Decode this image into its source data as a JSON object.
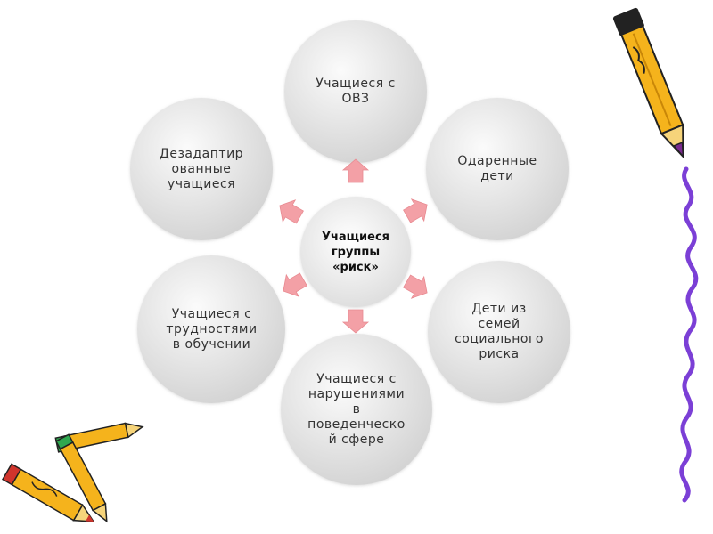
{
  "center": {
    "label": "Учащиеся\nгруппы\n«риск»"
  },
  "categories": [
    {
      "label": "Учащиеся с\nОВЗ"
    },
    {
      "label": "Одаренные\nдети"
    },
    {
      "label": "Дети из\nсемей\nсоциального\nриска"
    },
    {
      "label": "Учащиеся с\nнарушениями\nв\nповеденческо\nй сфере"
    },
    {
      "label": "Учащиеся с\nтрудностями\nв обучении"
    },
    {
      "label": "Дезадаптир\nованные\nучащиеся"
    }
  ],
  "colors": {
    "bubble_light": "#f7f7f7",
    "bubble_dark": "#d2d2d2",
    "arrow": "#f3a0a6",
    "pencil_body": "#f5b31c",
    "pencil_tip": "#7a2a8f",
    "squiggle": "#7b3fd6"
  },
  "decorations": [
    "pencil-top-right",
    "squiggle-line",
    "pencils-bottom-left"
  ]
}
